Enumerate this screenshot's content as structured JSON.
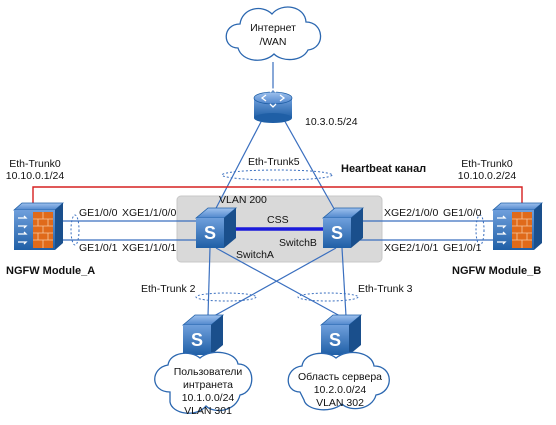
{
  "colors": {
    "device_blue": "#1f5fa6",
    "device_blue_light": "#5b8fd0",
    "link_line": "#3a6fbf",
    "heartbeat": "#d62020",
    "css_link": "#1a1adb",
    "vlan_area": "#d9d9d9",
    "firewall_brick": "#e06a1a"
  },
  "internet": {
    "line1": "Интернет",
    "line2": "/WAN",
    "icon": "cloud-icon"
  },
  "router": {
    "ip": "10.3.0.5/24",
    "icon": "router-icon"
  },
  "eth_trunk5": "Eth-Trunk5",
  "heartbeat": "Heartbeat канал",
  "vlan200": "VLAN 200",
  "css": "CSS",
  "switch_a": {
    "label": "SwitchA",
    "icon": "switch-icon"
  },
  "switch_b": {
    "label": "SwitchB",
    "icon": "switch-icon"
  },
  "fw_a": {
    "name": "NGFW Module_A",
    "trunk": "Eth-Trunk0",
    "ip": "10.10.0.1/24",
    "port_top": "GE1/0/0",
    "port_bottom": "GE1/0/1",
    "icon": "firewall-icon"
  },
  "fw_b": {
    "name": "NGFW Module_B",
    "trunk": "Eth-Trunk0",
    "ip": "10.10.0.2/24",
    "port_top": "GE1/0/0",
    "port_bottom": "GE1/0/1",
    "icon": "firewall-icon"
  },
  "sw_a_ports": {
    "top": "XGE1/1/0/0",
    "bottom": "XGE1/1/0/1"
  },
  "sw_b_ports": {
    "top": "XGE2/1/0/0",
    "bottom": "XGE2/1/0/1"
  },
  "eth_trunk2": "Eth-Trunk 2",
  "eth_trunk3": "Eth-Trunk 3",
  "users": {
    "line1": "Пользователи",
    "line2": "интранета",
    "line3": "10.1.0.0/24",
    "line4": "VLAN 301"
  },
  "servers": {
    "line1": "Область сервера",
    "line2": "10.2.0.0/24",
    "line3": "VLAN 302"
  }
}
